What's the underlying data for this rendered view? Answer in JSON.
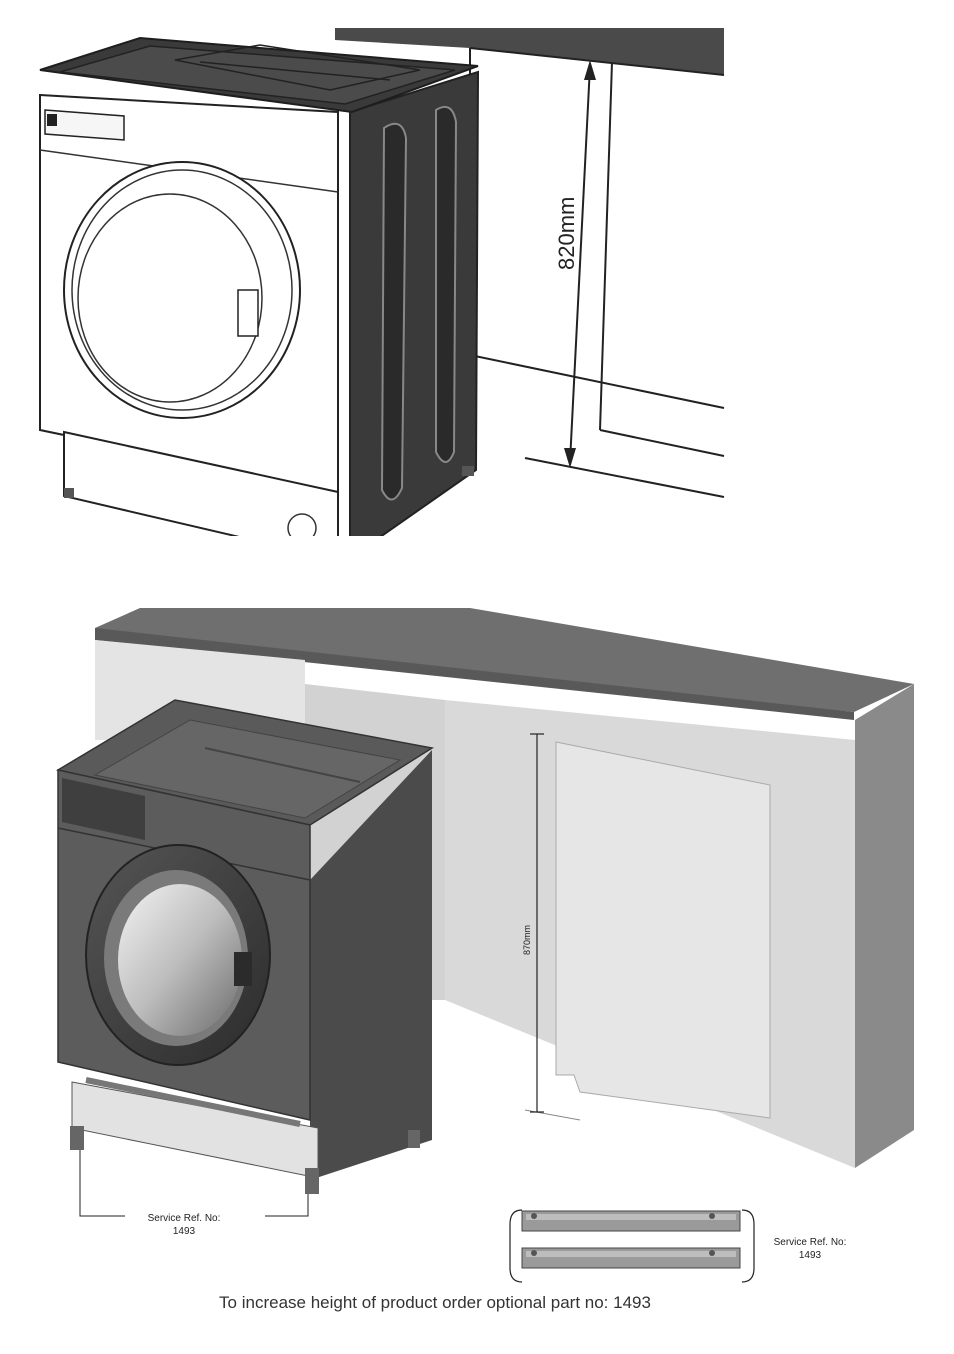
{
  "top_figure": {
    "height_label": "820mm"
  },
  "bottom_figure": {
    "height_label": "870mm",
    "left_service": {
      "line1": "Service Ref. No:",
      "line2": "1493"
    },
    "right_service": {
      "line1": "Service Ref. No:",
      "line2": "1493"
    }
  },
  "caption": "To increase height of product order optional part no: 1493"
}
